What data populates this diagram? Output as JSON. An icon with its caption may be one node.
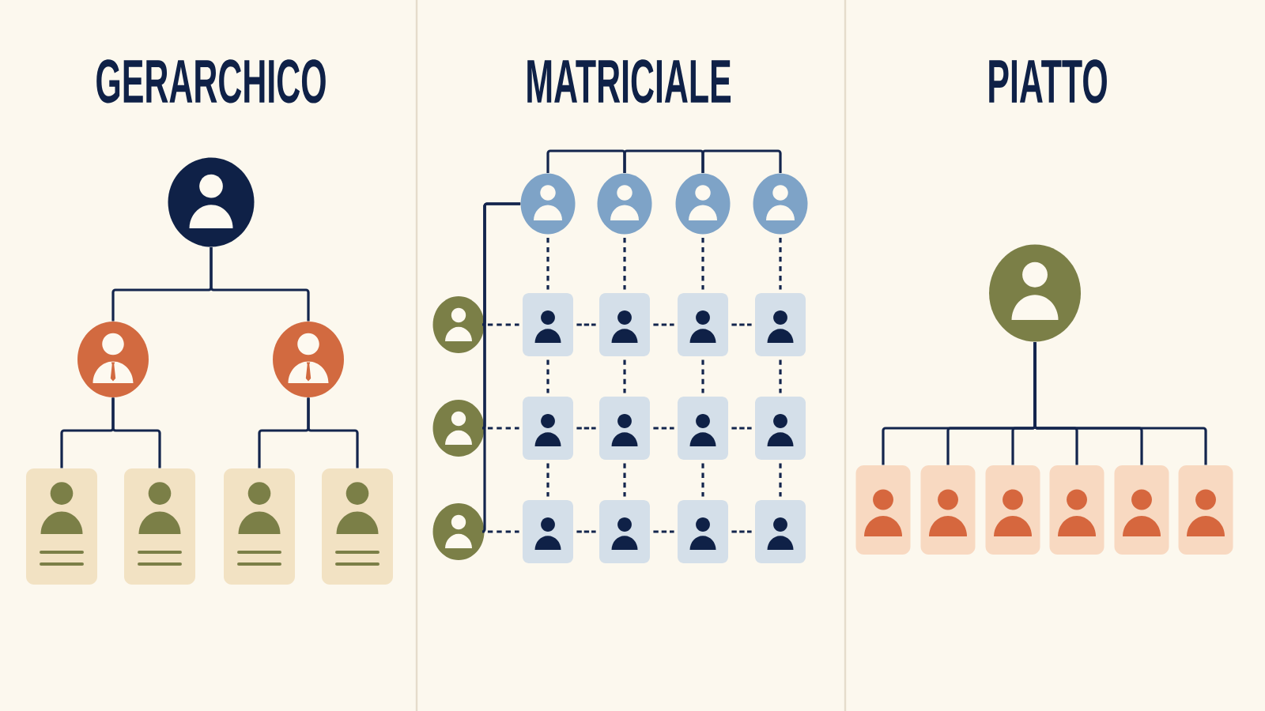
{
  "diagram": {
    "nodes": [
      {
        "text": [],
        "shape": "circle"
      },
      {
        "text": [],
        "shape": "circle"
      },
      {
        "text": [],
        "shape": "circle"
      },
      {
        "text": [],
        "shape": "box"
      },
      {
        "text": [],
        "shape": "box"
      },
      {
        "text": [],
        "shape": "box"
      },
      {
        "text": [],
        "shape": "box"
      },
      {
        "text": [],
        "shape": "circle"
      },
      {
        "text": [],
        "shape": "circle"
      },
      {
        "text": [],
        "shape": "circle"
      },
      {
        "text": [],
        "shape": "circle"
      },
      {
        "text": [],
        "shape": "circle"
      },
      {
        "text": [],
        "shape": "circle"
      },
      {
        "text": [],
        "shape": "circle"
      },
      {
        "text": [],
        "shape": "box"
      },
      {
        "text": [],
        "shape": "box"
      },
      {
        "text": [],
        "shape": "box"
      },
      {
        "text": [],
        "shape": "box"
      },
      {
        "text": [],
        "shape": "box"
      },
      {
        "text": [],
        "shape": "box"
      },
      {
        "text": [],
        "shape": "box"
      },
      {
        "text": [],
        "shape": "box"
      },
      {
        "text": [],
        "shape": "box"
      },
      {
        "text": [],
        "shape": "box"
      },
      {
        "text": [],
        "shape": "box"
      },
      {
        "text": [],
        "shape": "box"
      },
      {
        "text": [],
        "shape": "circle"
      },
      {
        "text": [],
        "shape": "box"
      },
      {
        "text": [],
        "shape": "box"
      },
      {
        "text": [],
        "shape": "box"
      },
      {
        "text": [],
        "shape": "box"
      },
      {
        "text": [],
        "shape": "box"
      },
      {
        "text": [],
        "shape": "box"
      }
    ],
    "edges": [
      {
        "from": 0,
        "to": 1,
        "arrow": "none"
      },
      {
        "from": 0,
        "to": 2,
        "arrow": "none"
      },
      {
        "from": 1,
        "to": 3,
        "arrow": "none"
      },
      {
        "from": 1,
        "to": 4,
        "arrow": "none"
      },
      {
        "from": 2,
        "to": 5,
        "arrow": "none"
      },
      {
        "from": 2,
        "to": 6,
        "arrow": "none"
      },
      {
        "from": 7,
        "to": 8,
        "arrow": "none"
      },
      {
        "from": 8,
        "to": 9,
        "arrow": "none"
      },
      {
        "from": 9,
        "to": 10,
        "arrow": "none"
      },
      {
        "from": 7,
        "to": 11,
        "arrow": "none"
      },
      {
        "from": 7,
        "to": 12,
        "arrow": "none"
      },
      {
        "from": 7,
        "to": 13,
        "arrow": "none"
      },
      {
        "from": 7,
        "to": 14,
        "arrow": "none",
        "style": "dashed"
      },
      {
        "from": 8,
        "to": 15,
        "arrow": "none",
        "style": "dashed"
      },
      {
        "from": 9,
        "to": 16,
        "arrow": "none",
        "style": "dashed"
      },
      {
        "from": 10,
        "to": 17,
        "arrow": "none",
        "style": "dashed"
      },
      {
        "from": 14,
        "to": 18,
        "arrow": "none",
        "style": "dashed"
      },
      {
        "from": 15,
        "to": 19,
        "arrow": "none",
        "style": "dashed"
      },
      {
        "from": 16,
        "to": 20,
        "arrow": "none",
        "style": "dashed"
      },
      {
        "from": 17,
        "to": 21,
        "arrow": "none",
        "style": "dashed"
      },
      {
        "from": 18,
        "to": 22,
        "arrow": "none",
        "style": "dashed"
      },
      {
        "from": 19,
        "to": 23,
        "arrow": "none",
        "style": "dashed"
      },
      {
        "from": 20,
        "to": 24,
        "arrow": "none",
        "style": "dashed"
      },
      {
        "from": 21,
        "to": 25,
        "arrow": "none",
        "style": "dashed"
      },
      {
        "from": 11,
        "to": 14,
        "arrow": "none",
        "style": "dashed"
      },
      {
        "from": 14,
        "to": 15,
        "arrow": "none",
        "style": "dashed"
      },
      {
        "from": 15,
        "to": 16,
        "arrow": "none",
        "style": "dashed"
      },
      {
        "from": 16,
        "to": 17,
        "arrow": "none",
        "style": "dashed"
      },
      {
        "from": 12,
        "to": 18,
        "arrow": "none",
        "style": "dashed"
      },
      {
        "from": 18,
        "to": 19,
        "arrow": "none",
        "style": "dashed"
      },
      {
        "from": 19,
        "to": 20,
        "arrow": "none",
        "style": "dashed"
      },
      {
        "from": 20,
        "to": 21,
        "arrow": "none",
        "style": "dashed"
      },
      {
        "from": 13,
        "to": 22,
        "arrow": "none",
        "style": "dashed"
      },
      {
        "from": 22,
        "to": 23,
        "arrow": "none",
        "style": "dashed"
      },
      {
        "from": 23,
        "to": 24,
        "arrow": "none",
        "style": "dashed"
      },
      {
        "from": 24,
        "to": 25,
        "arrow": "none",
        "style": "dashed"
      },
      {
        "from": 26,
        "to": 27,
        "arrow": "none"
      },
      {
        "from": 26,
        "to": 28,
        "arrow": "none"
      },
      {
        "from": 26,
        "to": 29,
        "arrow": "none"
      },
      {
        "from": 26,
        "to": 30,
        "arrow": "none"
      },
      {
        "from": 26,
        "to": 31,
        "arrow": "none"
      },
      {
        "from": 26,
        "to": 32,
        "arrow": "none"
      }
    ],
    "labels": [
      "GERARCHICO",
      "MATRICIALE",
      "PIATTO"
    ]
  }
}
